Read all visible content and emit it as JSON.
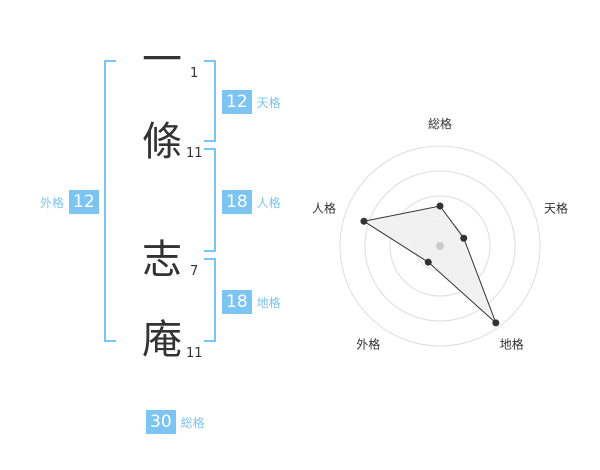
{
  "name_chars": [
    {
      "char": "一",
      "strokes": "1"
    },
    {
      "char": "條",
      "strokes": "11"
    },
    {
      "char": "志",
      "strokes": "7"
    },
    {
      "char": "庵",
      "strokes": "11"
    }
  ],
  "fortunes": {
    "tenkaku": {
      "value": "12",
      "label": "天格"
    },
    "jinkaku": {
      "value": "18",
      "label": "人格"
    },
    "chikaku": {
      "value": "18",
      "label": "地格"
    },
    "gaikaku": {
      "value": "12",
      "label": "外格"
    },
    "soukaku": {
      "value": "30",
      "label": "総格"
    }
  },
  "chart_data": {
    "type": "radar",
    "axes": [
      "総格",
      "天格",
      "地格",
      "外格",
      "人格"
    ],
    "values": [
      0.4,
      0.25,
      0.95,
      0.2,
      0.8
    ],
    "ring_count": 4,
    "colors": {
      "accent": "#7cc4f1",
      "fill": "#f0f0f0",
      "grid": "#dddddd",
      "line": "#333333"
    }
  }
}
